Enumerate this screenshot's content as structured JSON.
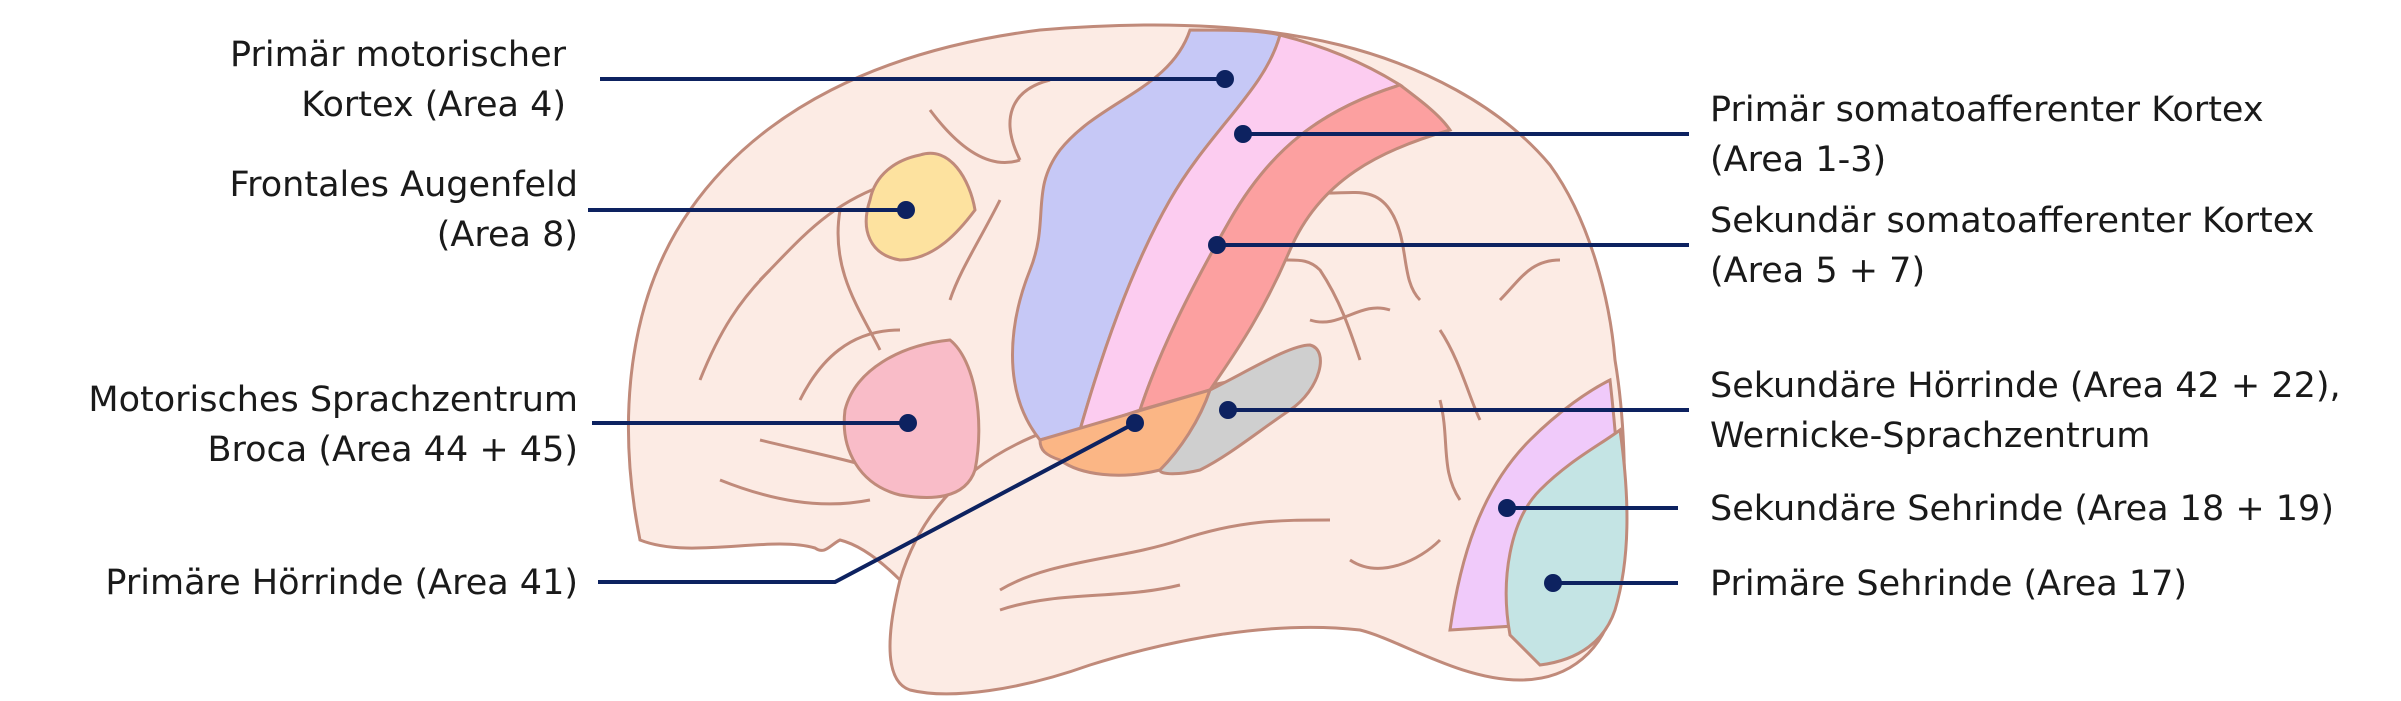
{
  "colors": {
    "brain_fill": "#fcebe4",
    "brain_outline": "#c08a7a",
    "motor_cortex": "#c6c8f6",
    "somatosensory_primary": "#fcccf0",
    "somatosensory_secondary": "#fca0a0",
    "frontal_eye_field": "#fde29f",
    "broca": "#f9bcc8",
    "auditory_primary": "#fbb685",
    "auditory_secondary": "#cfcfcf",
    "visual_secondary": "#f0cafa",
    "visual_primary": "#c4e4e4",
    "pointer_line": "#0d2260"
  },
  "labels": {
    "motor": {
      "line1": "Primär motorischer",
      "line2": "Kortex (Area 4)"
    },
    "frontal_eye": {
      "line1": "Frontales Augenfeld",
      "line2": "(Area 8)"
    },
    "broca": {
      "line1": "Motorisches Sprachzentrum",
      "line2": "Broca (Area 44 + 45)"
    },
    "auditory_primary": {
      "line1": "Primäre Hörrinde (Area 41)"
    },
    "somato_primary": {
      "line1": "Primär somatoafferenter Kortex",
      "line2": "(Area 1-3)"
    },
    "somato_secondary": {
      "line1": "Sekundär somatoafferenter Kortex",
      "line2": "(Area 5 + 7)"
    },
    "auditory_secondary": {
      "line1": "Sekundäre Hörrinde (Area 42 + 22),",
      "line2": "Wernicke-Sprachzentrum"
    },
    "visual_secondary": {
      "line1": "Sekundäre Sehrinde (Area 18 + 19)"
    },
    "visual_primary": {
      "line1": "Primäre Sehrinde (Area 17)"
    }
  }
}
